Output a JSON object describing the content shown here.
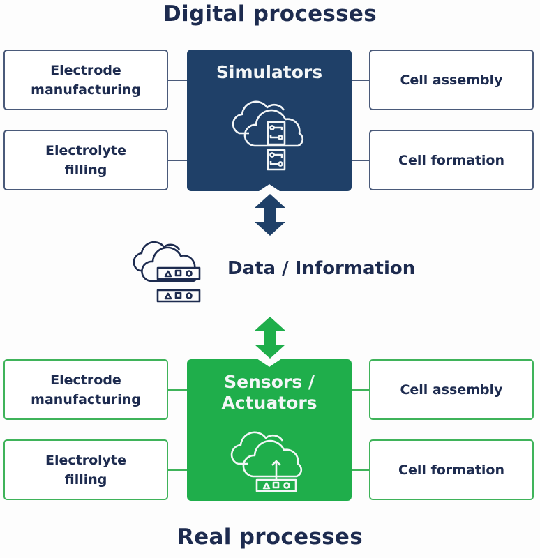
{
  "digital": {
    "title": "Digital processes",
    "center_label": "Simulators",
    "center_icon": "cloud-server-icon",
    "color": "#1f4068",
    "left": [
      "Electrode\nmanufacturing",
      "Electrolyte\nfilling"
    ],
    "right": [
      "Cell assembly",
      "Cell formation"
    ]
  },
  "exchange": {
    "label": "Data / Information",
    "icon": "cloud-data-icon",
    "arrow_top_color": "#1f4068",
    "arrow_bottom_color": "#1fae4b"
  },
  "real": {
    "title": "Real processes",
    "center_label": "Sensors /\nActuators",
    "center_icon": "cloud-upload-icon",
    "color": "#1fae4b",
    "left": [
      "Electrode\nmanufacturing",
      "Electrolyte\nfilling"
    ],
    "right": [
      "Cell assembly",
      "Cell formation"
    ]
  }
}
